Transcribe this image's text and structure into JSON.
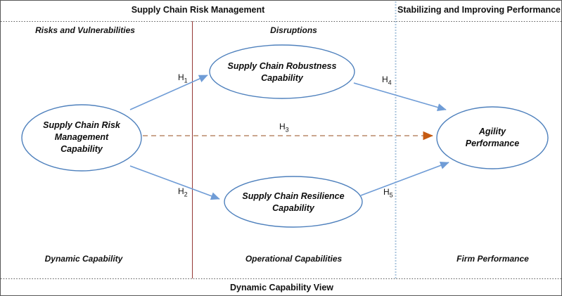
{
  "header": {
    "left_title": "Supply Chain Risk Management",
    "right_title": "Stabilizing and Improving Performance"
  },
  "region_labels": {
    "risks": "Risks and Vulnerabilities",
    "disruptions": "Disruptions",
    "dynamic_capability": "Dynamic Capability",
    "operational_capabilities": "Operational Capabilities",
    "firm_performance": "Firm Performance"
  },
  "footer": {
    "title": "Dynamic Capability View"
  },
  "nodes": {
    "scrm": {
      "lines": [
        "Supply Chain Risk",
        "Management",
        "Capability"
      ]
    },
    "robustness": {
      "lines": [
        "Supply Chain Robustness",
        "Capability"
      ]
    },
    "resilience": {
      "lines": [
        "Supply Chain Resilience",
        "Capability"
      ]
    },
    "agility": {
      "lines": [
        "Agility",
        "Performance"
      ]
    }
  },
  "hypotheses": {
    "h1": {
      "base": "H",
      "sub": "1",
      "from": "scrm",
      "to": "robustness",
      "style": "solid-blue"
    },
    "h2": {
      "base": "H",
      "sub": "2",
      "from": "scrm",
      "to": "resilience",
      "style": "solid-blue"
    },
    "h3": {
      "base": "H",
      "sub": "3",
      "from": "scrm",
      "to": "agility",
      "style": "dashed-orange"
    },
    "h4": {
      "base": "H",
      "sub": "4",
      "from": "robustness",
      "to": "agility",
      "style": "solid-blue"
    },
    "h5": {
      "base": "H",
      "sub": "5",
      "from": "resilience",
      "to": "agility",
      "style": "solid-blue"
    }
  },
  "colors": {
    "ellipse_stroke": "#4f81bd",
    "arrow_blue": "#6f9cd6",
    "dashed_line": "#c49a7e",
    "dashed_arrowhead": "#c55a11",
    "divider_maroon": "#953735",
    "divider_blue": "#aac4dd",
    "divider_dotted": "#2b2b2b",
    "text": "#111111"
  }
}
